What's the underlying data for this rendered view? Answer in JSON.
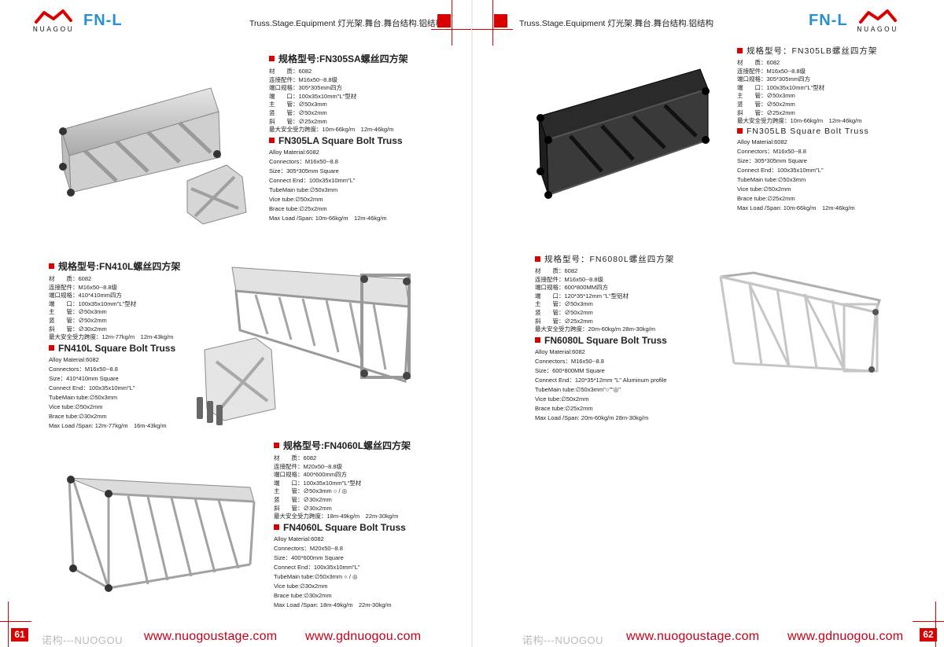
{
  "brand": {
    "logo_text": "NUAGOU",
    "model": "FN-L"
  },
  "header": {
    "text": "Truss.Stage.Equipment 灯光架.舞台.舞台结构.铝结构"
  },
  "colors": {
    "accent": "#d90000",
    "model_blue": "#2a8fd0",
    "url_red": "#c30018"
  },
  "pages": {
    "left": {
      "number": "61",
      "footer_brand": "诺构---NUOGOU",
      "url1": "www.nuogoustage.com",
      "url2": "www.gdnuogou.com",
      "products": [
        {
          "title_zh": "规格型号:FN305SA螺丝四方架",
          "zh": [
            "材　　质：6082",
            "连接配件：M16x50--8.8级",
            "端口规格：305*305mm四方",
            "端　　口：100x35x10mm\"L\"型材",
            "主　　管：∅50x3mm",
            "竖　　管：∅50x2mm",
            "斜　　管：∅25x2mm",
            "最大安全受力跨度：10m-66kg/m　12m-46kg/m"
          ],
          "title_en": "FN305LA Square Bolt Truss",
          "en": [
            "Alloy Material:6082",
            "Connectors：M16x50--8.8",
            "Size：305*305mm Square",
            "Connect End：100x35x10mm\"L\"",
            "TubeMain tube:∅50x3mm",
            "Vice tube:∅50x2mm",
            "Brace tube:∅25x2mm",
            "Max Load /Span: 10m-66kg/m　12m-46kg/m"
          ]
        },
        {
          "title_zh": "规格型号:FN410L螺丝四方架",
          "zh": [
            "材　　质：6082",
            "连接配件：M16x50--8.8级",
            "端口规格：410*410mm四方",
            "端　　口：100x35x10mm\"L\"型材",
            "主　　管：∅50x3mm",
            "竖　　管：∅50x2mm",
            "斜　　管：∅30x2mm",
            "最大安全受力跨度：12m-77kg/m　12m-43kg/m"
          ],
          "title_en": "FN410L Square Bolt Truss",
          "en": [
            "Alloy Material:6082",
            "Connectors：M16x50--8.8",
            "Size：410*410mm Square",
            "Connect End：100x35x10mm\"L\"",
            "TubeMain tube:∅50x3mm",
            "Vice tube:∅50x2mm",
            "Brace tube:∅30x2mm",
            "Max Load /Span: 12m-77kg/m　16m-43kg/m"
          ]
        },
        {
          "title_zh": "规格型号:FN4060L螺丝四方架",
          "zh": [
            "材　　质：6082",
            "连接配件：M20x50--8.8级",
            "端口规格：400*600mm四方",
            "端　　口：100x35x10mm\"L\"型材",
            "主　　管：∅50x3mm ○ / ◎",
            "竖　　管：∅30x2mm",
            "斜　　管：∅30x2mm",
            "最大安全受力跨度：18m-49kg/m　22m-30kg/m"
          ],
          "title_en": "FN4060L Square Bolt Truss",
          "en": [
            "Alloy Material:6082",
            "Connectors：M20x50--8.8",
            "Size：400*600mm Square",
            "Connect End：100x35x10mm\"L\"",
            "TubeMain tube:∅50x3mm ○ / ◎",
            "Vice tube:∅30x2mm",
            "Brace tube:∅30x2mm",
            "Max Load /Span: 18m-49kg/m　22m-30kg/m"
          ]
        }
      ]
    },
    "right": {
      "number": "62",
      "footer_brand": "诺构---NUOGOU",
      "url1": "www.nuogoustage.com",
      "url2": "www.gdnuogou.com",
      "products": [
        {
          "title_zh": "规格型号：FN305LB螺丝四方架",
          "zh": [
            "材　　质：6082",
            "连接配件：M16x50--8.8级",
            "端口规格：305*305mm四方",
            "端　　口：100x35x10mm\"L\"型材",
            "主　　管：∅50x3mm",
            "竖　　管：∅50x2mm",
            "斜　　管：∅25x2mm",
            "最大安全受力跨度：10m-66kg/m　12m-46kg/m"
          ],
          "title_en": "FN305LB Square Bolt Truss",
          "en": [
            "Alloy Material:6082",
            "Connectors：M16x50--8.8",
            "Size：305*305mm Square",
            "Connect End：100x35x10mm\"L\"",
            "TubeMain tube:∅50x3mm",
            "Vice tube:∅50x2mm",
            "Brace tube:∅25x2mm",
            "Max Load /Span: 10m-66kg/m　12m-46kg/m"
          ]
        },
        {
          "title_zh": "规格型号：FN6080L螺丝四方架",
          "zh": [
            "材　　质：6082",
            "连接配件：M16x50--8.8级",
            "端口规格：600*800MM四方",
            "端　　口：120*35*12mm \"L\"型铝材",
            "主　　管：∅50x3mm",
            "竖　　管：∅50x2mm",
            "斜　　管：∅25x2mm",
            "最大安全受力跨度：20m-60kg/m 28m-30kg/m"
          ],
          "title_en": "FN6080L Square Bolt Truss",
          "en": [
            "Alloy Material:6082",
            "Connectors：M16x50--8.8",
            "Size：600*800MM Square",
            "Connect End：120*35*12mm \"L\" Aluminum profile",
            "TubeMain tube:∅50x3mm\"○\"\"◎\"",
            "Vice tube:∅50x2mm",
            "Brace tube:∅25x2mm",
            "Max Load /Span: 20m-60kg/m 28m-30kg/m"
          ]
        }
      ]
    }
  }
}
